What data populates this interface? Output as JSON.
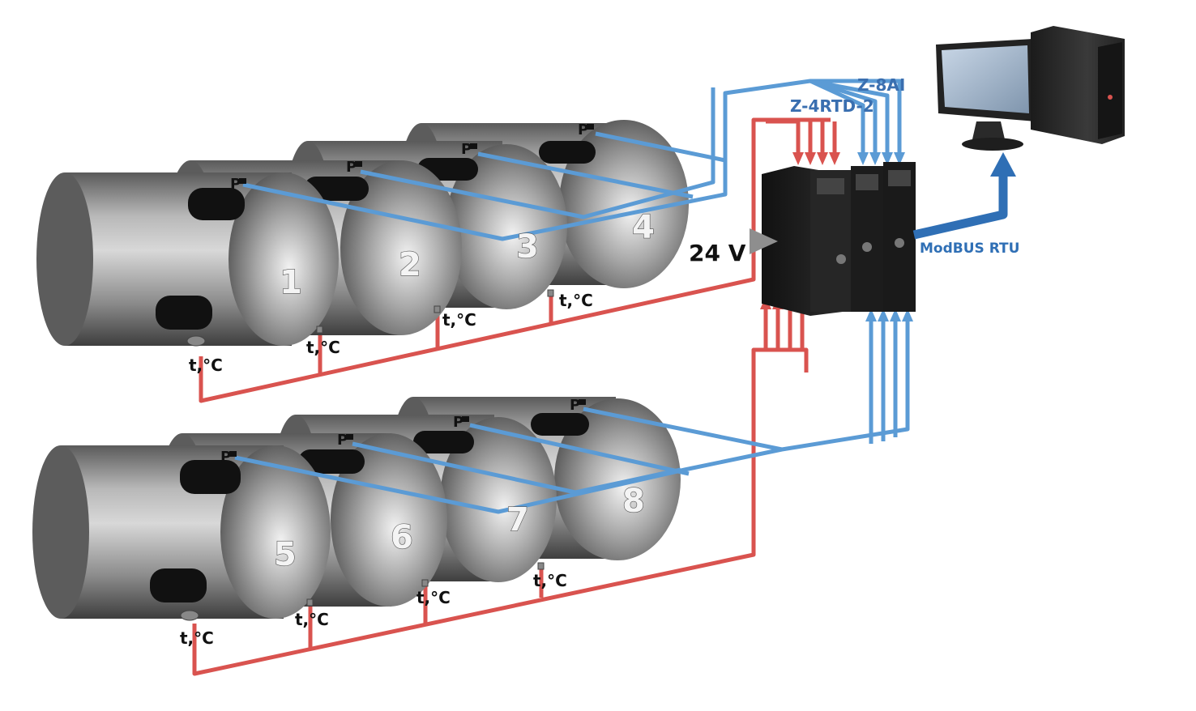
{
  "colors": {
    "temperature_line": "#d9534f",
    "pressure_line": "#5b9bd5",
    "modbus_line": "#2f6fb5",
    "label_blue": "#3a6fb0",
    "tank_dark": "#6b6b6b",
    "tank_light": "#cfcfcf",
    "module_body": "#1f1f1f"
  },
  "tanks": {
    "t1": "1",
    "t2": "2",
    "t3": "3",
    "t4": "4",
    "t5": "5",
    "t6": "6",
    "t7": "7",
    "t8": "8"
  },
  "sensors": {
    "pressure_label": "P",
    "temperature_label": "t,°C"
  },
  "power": {
    "label": "24 V"
  },
  "modules": {
    "rtd": "Z-4RTD-2",
    "ai": "Z-8AI"
  },
  "bus": {
    "label": "ModBUS RTU"
  },
  "icons": {
    "computer": "computer-icon",
    "pressure_sensor": "pressure-sensor-icon",
    "temperature_probe": "temperature-probe-icon"
  }
}
